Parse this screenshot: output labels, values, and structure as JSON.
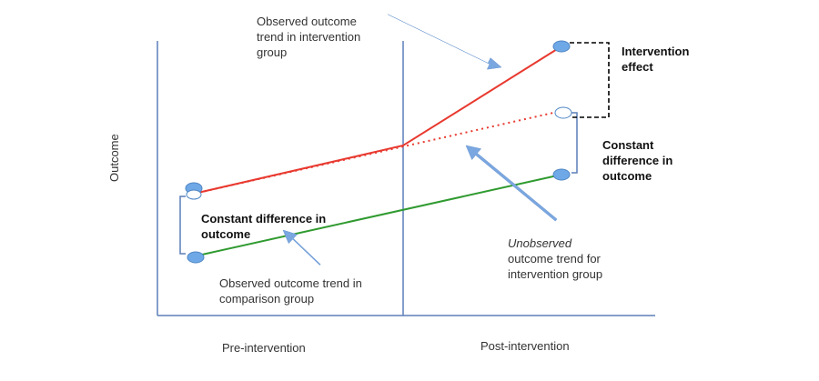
{
  "diagram": {
    "y_axis_label": "Outcome",
    "x_labels": {
      "pre": "Pre-intervention",
      "post": "Post-intervention"
    },
    "annotations": {
      "observed_intervention": [
        "Observed outcome",
        "trend in intervention",
        "group"
      ],
      "intervention_effect": [
        "Intervention",
        "effect"
      ],
      "constant_difference_right": [
        "Constant",
        "difference in",
        "outcome"
      ],
      "constant_difference_left": [
        "Constant difference in",
        "outcome"
      ],
      "unobserved_prefix": "Unobserved",
      "unobserved_rest": [
        "outcome trend for",
        "intervention group"
      ],
      "observed_comparison": [
        "Observed outcome trend in",
        "comparison group"
      ]
    },
    "colors": {
      "intervention_line": "#e8392f",
      "comparison_line": "#2f9a2f",
      "counterfactual_line": "#e8392f",
      "axis": "#5b7fb8",
      "marker_fill": "#6fa8e6",
      "arrow_fill": "#7ba7e0",
      "bracket": "#000000"
    }
  }
}
